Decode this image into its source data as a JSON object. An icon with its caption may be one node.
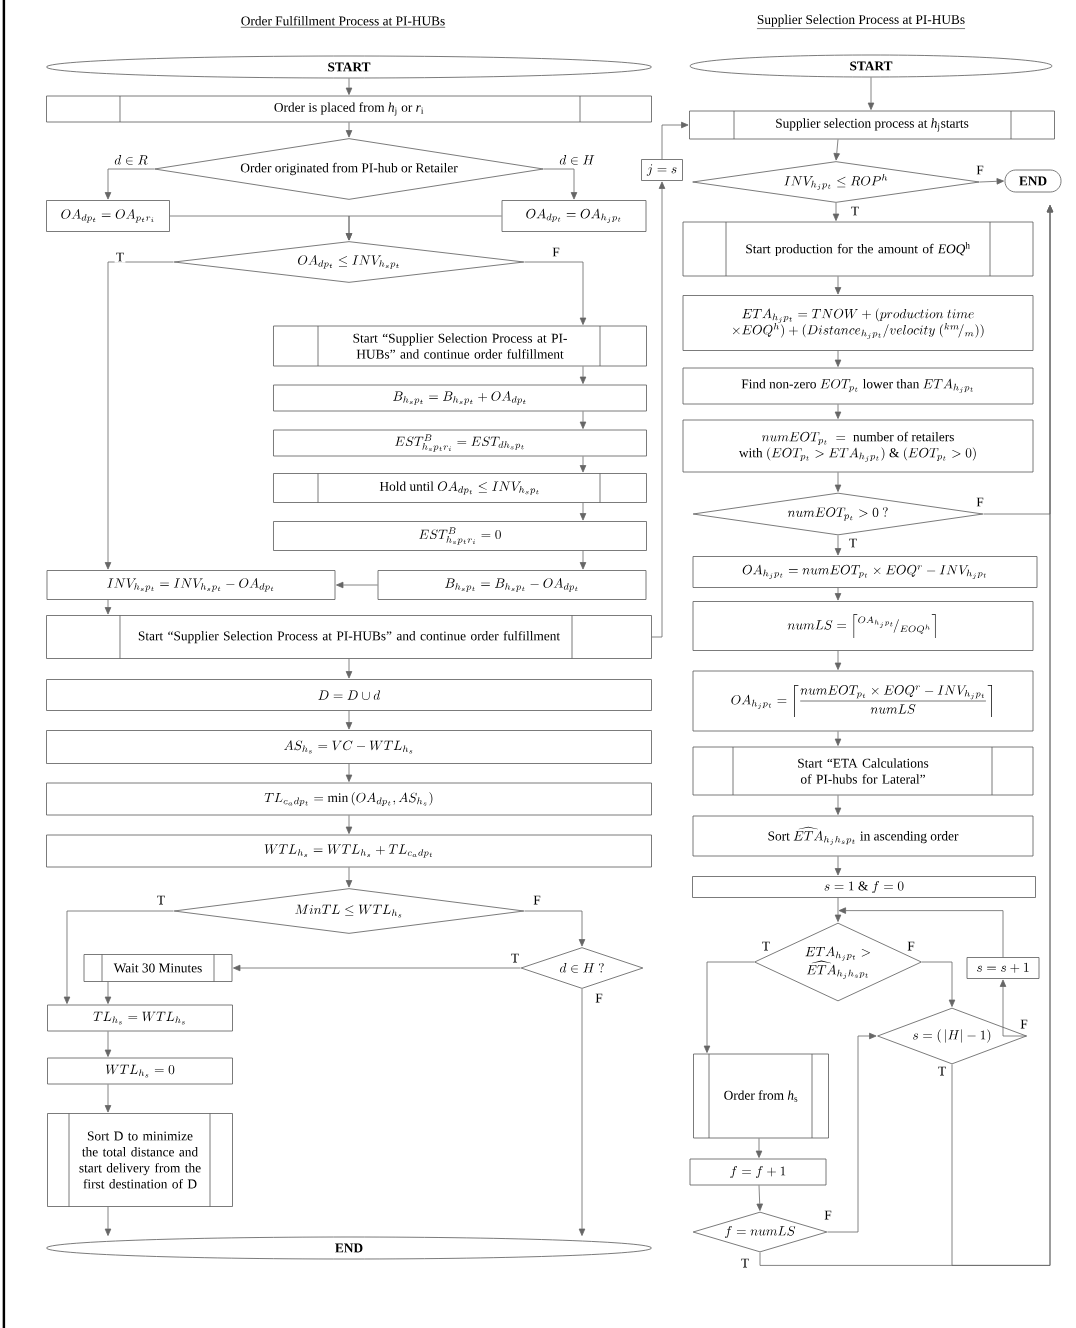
{
  "diagram": {
    "nodes": [
      {
        "text": [
          "START"
        ]
      },
      {
        "text": [
          "Order is placed from *h*$_{j}$ or *r*$_{i}$"
        ]
      },
      {
        "text": [
          "Order originated from PI-hub or Retailer"
        ]
      },
      {
        "text": [
          "OA_{dp_t} = OA_{p_t r_i}"
        ]
      },
      {
        "text": [
          "OA_{dp_t} = OA_{h_j p_t}"
        ]
      },
      {
        "text": [
          "OA_{dp_t} \\leq INV_{h_s p_t}"
        ]
      },
      {
        "text": [
          "Start “Supplier Selection Process at PI-HUBs” and continue order fulfillment"
        ]
      },
      {
        "text": [
          "B_{h_s p_t} = B_{h_s p_t} + OA_{dp_t}"
        ]
      },
      {
        "text": [
          "EST^{B}_{h_s p_t r_i} = EST_{dh_s p_t}"
        ]
      },
      {
        "text": [
          "\\text{Hold until } OA_{dp_t} \\leq INV_{h_s p_t}"
        ]
      },
      {
        "text": [
          "EST^{B}_{h_s p_t r_i} = 0"
        ]
      },
      {
        "text": [
          "B_{h_s p_t} = B_{h_s p_t} - OA_{dp_t}"
        ]
      },
      {
        "text": [
          "INV_{h_s p_t} = INV_{h_s p_t} - OA_{dp_t}"
        ]
      },
      {
        "text": [
          "Start “Supplier Selection Process at PI-HUBs” and continue order fulfillment"
        ]
      },
      {
        "text": [
          "D = D \\cup d"
        ]
      },
      {
        "text": [
          "AS_{h_s} = VC - WTL_{h_s}"
        ]
      },
      {
        "text": [
          "TL_{c_a dp_t} = \\min\\,(OA_{dp_t}, AS_{h_s})"
        ]
      },
      {
        "text": [
          "WTL_{h_s} = WTL_{h_s} + TL_{c_a dp_t}"
        ]
      },
      {
        "text": [
          "MinTL \\leq WTL_{h_s}"
        ]
      },
      {
        "text": [
          "d \\in H\\ ?"
        ]
      },
      {
        "text": [
          "Wait 30 Minutes"
        ]
      },
      {
        "text": [
          "TL_{h_s} = WTL_{h_s}"
        ]
      },
      {
        "text": [
          "WTL_{h_s} = 0"
        ]
      },
      {
        "text": [
          "Sort D to minimize the total distance and start delivery from the first destination of D"
        ]
      },
      {
        "text": [
          "END"
        ]
      },
      {
        "text": [
          "START"
        ]
      },
      {
        "text": [
          "Supplier selection process at *h*$_{j}$starts"
        ]
      },
      {
        "text": [
          "j = s"
        ]
      },
      {
        "text": [
          "INV_{h_j p_t} \\leq ROP^{h}"
        ]
      },
      {
        "text": [
          "END"
        ]
      },
      {
        "text": [
          "Start production for the amount of *EOQ*$^{h}$"
        ]
      },
      {
        "text": [
          "\\begin{array}{c} ETA_{h_j p_t} = TNOW + (production\\ time \\\\ \\times EOQ^{h}) + (Distance_{h_j p_t}/velocity\\ ({}^{km}\\!/_{m})) \\end{array}"
        ]
      },
      {
        "text": [
          "\\text{Find non-zero } EOT_{p_t} \\text{ lower than } ETA_{h_j p_t}"
        ]
      },
      {
        "text": [
          "\\begin{array}{c} numEOT_{p_t} \\ = \\text{ number of retailers} \\\\ \\text{with } (EOT_{p_t} > ETA_{h_j p_t})\\ \\&\\ (EOT_{p_t} > 0) \\end{array}"
        ]
      },
      {
        "text": [
          "numEOT_{p_t} > 0\\ ?"
        ]
      },
      {
        "text": [
          "OA_{h_j p_t} = numEOT_{p_t} \\times EOQ^{r} - INV_{h_j p_t}"
        ]
      },
      {
        "text": [
          "numLS = \\left\\lceil {}^{OA_{h_j p_t}}\\!/_{EOQ^{h}} \\right\\rceil"
        ]
      },
      {
        "text": [
          "OA_{h_j p_t} = \\left\\lceil \\dfrac{numEOT_{p_t} \\times EOQ^{r} - INV_{h_j p_t}}{numLS} \\right\\rceil"
        ]
      },
      {
        "text": [
          "Start “ETA Calculations of PI-hubs for Lateral”"
        ]
      },
      {
        "text": [
          "\\text{Sort } \\widehat{ETA}_{h_j h_s p_t} \\text{ in ascending order}"
        ]
      },
      {
        "text": [
          "s = 1\\ \\&\\ f = 0"
        ]
      },
      {
        "text": [
          "\\begin{array}{c} ETA_{h_j p_t} > \\\\ \\widehat{ETA}_{h_j h_s p_t} \\end{array}"
        ]
      },
      {
        "text": [
          "s = s + 1"
        ]
      },
      {
        "text": [
          "s = (\\,|H| - 1)"
        ]
      },
      {
        "text": [
          "Order from *h*$_{s}$"
        ]
      },
      {
        "text": [
          "f = f + 1"
        ]
      },
      {
        "text": [
          "f = numLS"
        ]
      }
    ],
    "edges": [
      {
        "from": 0,
        "to": 1,
        "arrow": "to"
      },
      {
        "from": 1,
        "to": 2,
        "arrow": "to"
      },
      {
        "from": 2,
        "to": 3,
        "arrow": "to",
        "label": "d \\in R"
      },
      {
        "from": 2,
        "to": 4,
        "arrow": "to",
        "label": "d \\in H"
      },
      {
        "from": 3,
        "to": 5,
        "arrow": "to"
      },
      {
        "from": 4,
        "to": 5,
        "arrow": "to"
      },
      {
        "from": 5,
        "to": 12,
        "arrow": "to",
        "label": "T"
      },
      {
        "from": 5,
        "to": 6,
        "arrow": "to",
        "label": "F"
      },
      {
        "from": 6,
        "to": 7,
        "arrow": "to"
      },
      {
        "from": 7,
        "to": 8,
        "arrow": "to"
      },
      {
        "from": 8,
        "to": 9,
        "arrow": "to"
      },
      {
        "from": 9,
        "to": 10,
        "arrow": "to"
      },
      {
        "from": 10,
        "to": 11,
        "arrow": "to"
      },
      {
        "from": 11,
        "to": 12,
        "arrow": "to"
      },
      {
        "from": 12,
        "to": 13,
        "arrow": "to"
      },
      {
        "from": 13,
        "to": 27,
        "arrow": "to"
      },
      {
        "from": 27,
        "to": 26,
        "arrow": "to"
      },
      {
        "from": 13,
        "to": 14,
        "arrow": "to"
      },
      {
        "from": 14,
        "to": 15,
        "arrow": "to"
      },
      {
        "from": 15,
        "to": 16,
        "arrow": "to"
      },
      {
        "from": 16,
        "to": 17,
        "arrow": "to"
      },
      {
        "from": 17,
        "to": 18,
        "arrow": "to"
      },
      {
        "from": 18,
        "to": 21,
        "arrow": "to",
        "label": "T"
      },
      {
        "from": 18,
        "to": 19,
        "arrow": "to",
        "label": "F"
      },
      {
        "from": 19,
        "to": 20,
        "arrow": "to",
        "label": "T"
      },
      {
        "from": 19,
        "to": 24,
        "arrow": "to",
        "label": "F"
      },
      {
        "from": 20,
        "to": 21,
        "arrow": "to"
      },
      {
        "from": 21,
        "to": 22,
        "arrow": "to"
      },
      {
        "from": 22,
        "to": 23,
        "arrow": "to"
      },
      {
        "from": 23,
        "to": 24,
        "arrow": "to"
      },
      {
        "from": 25,
        "to": 26,
        "arrow": "to"
      },
      {
        "from": 26,
        "to": 28,
        "arrow": "to"
      },
      {
        "from": 28,
        "to": 29,
        "arrow": "to",
        "label": "F"
      },
      {
        "from": 28,
        "to": 30,
        "arrow": "to",
        "label": "T"
      },
      {
        "from": 30,
        "to": 31,
        "arrow": "to"
      },
      {
        "from": 31,
        "to": 32,
        "arrow": "to"
      },
      {
        "from": 32,
        "to": 33,
        "arrow": "to"
      },
      {
        "from": 33,
        "to": 34,
        "arrow": "to"
      },
      {
        "from": 34,
        "to": 29,
        "arrow": "to",
        "label": "F"
      },
      {
        "from": 34,
        "to": 35,
        "arrow": "to",
        "label": "T"
      },
      {
        "from": 35,
        "to": 36,
        "arrow": "to"
      },
      {
        "from": 36,
        "to": 37,
        "arrow": "to"
      },
      {
        "from": 37,
        "to": 38,
        "arrow": "to"
      },
      {
        "from": 38,
        "to": 39,
        "arrow": "to"
      },
      {
        "from": 39,
        "to": 40,
        "arrow": "to"
      },
      {
        "from": 40,
        "to": 41,
        "arrow": "to"
      },
      {
        "from": 41,
        "to": 44,
        "arrow": "to",
        "label": "T"
      },
      {
        "from": 41,
        "to": 43,
        "arrow": "to",
        "label": "F"
      },
      {
        "from": 43,
        "to": 42,
        "arrow": "to",
        "label": "F"
      },
      {
        "from": 42,
        "to": 41,
        "arrow": "to"
      },
      {
        "from": 43,
        "to": 29,
        "arrow": "to",
        "label": "T"
      },
      {
        "from": 44,
        "to": 45,
        "arrow": "to"
      },
      {
        "from": 45,
        "to": 46,
        "arrow": "to"
      },
      {
        "from": 46,
        "to": 43,
        "arrow": "to",
        "label": "F"
      },
      {
        "from": 46,
        "to": 29,
        "arrow": "to",
        "label": "T"
      }
    ],
    "labels": [
      "Order Fulfillment Process at PI-HUBs",
      "Supplier Selection Process at  PI-HUBs"
    ]
  }
}
